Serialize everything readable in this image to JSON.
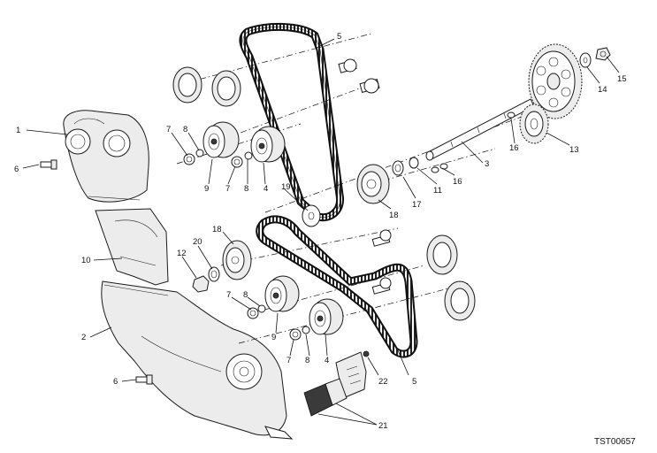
{
  "diagram": {
    "code": "TST00657",
    "callouts": [
      "1",
      "2",
      "3",
      "4",
      "5",
      "6",
      "7",
      "8",
      "9",
      "10",
      "11",
      "12",
      "13",
      "14",
      "15",
      "16",
      "17",
      "18",
      "19",
      "20",
      "21",
      "22"
    ]
  }
}
